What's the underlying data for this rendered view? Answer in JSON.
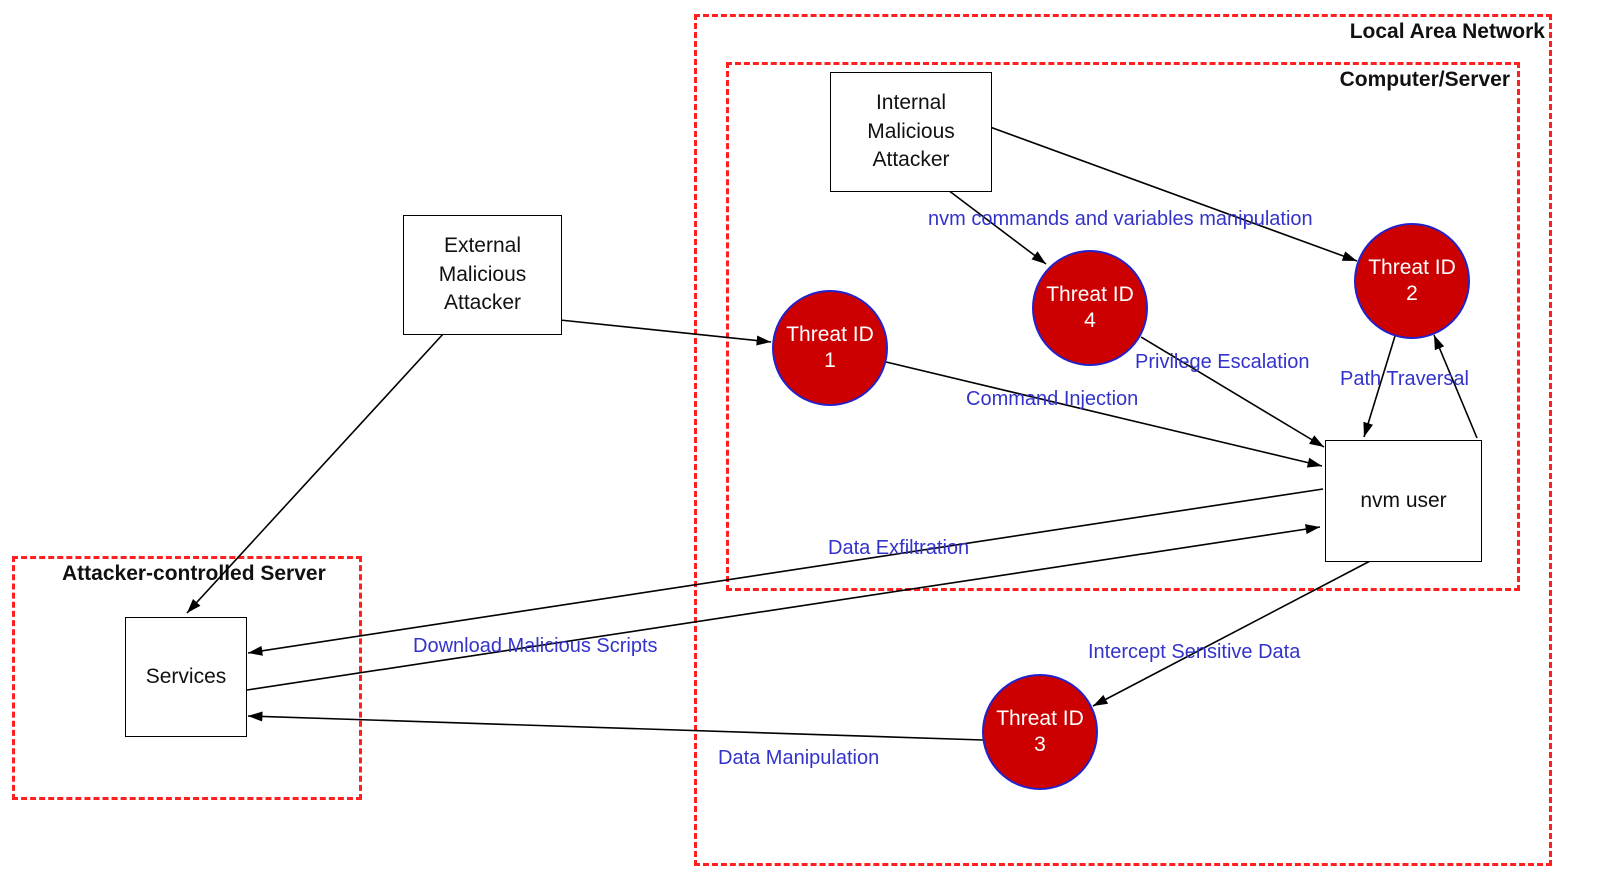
{
  "boundaries": {
    "lan": {
      "label": "Local Area Network"
    },
    "computer": {
      "label": "Computer/Server"
    },
    "attacker_server": {
      "label": "Attacker-controlled Server"
    }
  },
  "nodes": {
    "internal_attacker": {
      "label": "Internal\nMalicious\nAttacker"
    },
    "external_attacker": {
      "label": "External\nMalicious\nAttacker"
    },
    "nvm_user": {
      "label": "nvm user"
    },
    "services": {
      "label": "Services"
    }
  },
  "threats": [
    {
      "label": "Threat ID\n1"
    },
    {
      "label": "Threat ID\n2"
    },
    {
      "label": "Threat ID\n3"
    },
    {
      "label": "Threat ID\n4"
    }
  ],
  "flows": {
    "nvm_manipulation": {
      "label": "nvm commands and variables manipulation"
    },
    "privilege_escalation": {
      "label": "Privilege Escalation"
    },
    "path_traversal": {
      "label": "Path Traversal"
    },
    "command_injection": {
      "label": "Command Injection"
    },
    "data_exfiltration": {
      "label": "Data Exfiltration"
    },
    "download_scripts": {
      "label": "Download Malicious Scripts"
    },
    "intercept_data": {
      "label": "Intercept Sensitive Data"
    },
    "data_manipulation": {
      "label": "Data Manipulation"
    }
  },
  "colors": {
    "boundary_red": "#ff1f1f",
    "threat_fill": "#cc0000",
    "threat_stroke": "#2222cc",
    "flow_label_blue": "#3333cc",
    "edge_black": "#000000"
  }
}
